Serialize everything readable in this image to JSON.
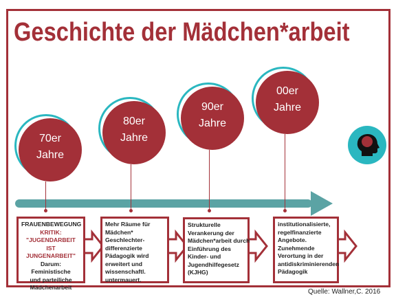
{
  "title": "Geschichte der Mädchen*arbeit",
  "colors": {
    "accent": "#a33038",
    "teal": "#2ab7c0",
    "arrow": "#5ba3a4"
  },
  "icon": "head-brain-icon",
  "periods": [
    {
      "label_line1": "70er",
      "label_line2": "Jahre",
      "box": {
        "heading": "FRAUENBEWEGUNG",
        "critique_1": "KRITIK:",
        "critique_2": "\"JUGENDARBEIT IST",
        "critique_3": "JUNGENARBEIT\"",
        "line_1": "Darum: Feministische",
        "line_2": "und parteiliche",
        "line_3": "Mädchenarbeit"
      }
    },
    {
      "label_line1": "80er",
      "label_line2": "Jahre",
      "box": {
        "lines": [
          "Mehr Räume für",
          "Mädchen*",
          "Geschlechter-",
          "differenzierte",
          "Pädagogik wird",
          "erweitert und",
          "wissenschaftl.",
          "untermauert."
        ]
      }
    },
    {
      "label_line1": "90er",
      "label_line2": "Jahre",
      "box": {
        "lines": [
          "Strukturelle",
          "Verankerung der",
          "Mädchen*arbeit durch",
          "Einführung des",
          "Kinder- und",
          "Jugendhilfegesetz",
          "(KJHG)"
        ]
      }
    },
    {
      "label_line1": "00er",
      "label_line2": "Jahre",
      "box": {
        "lines": [
          "institutionalisierte,",
          "regelfinanzierte",
          "Angebote.",
          "Zunehmende",
          "Verortung in der",
          "antidiskriminierenden",
          "Pädagogik"
        ]
      }
    }
  ],
  "source": "Quelle: Wallner,C. 2016"
}
